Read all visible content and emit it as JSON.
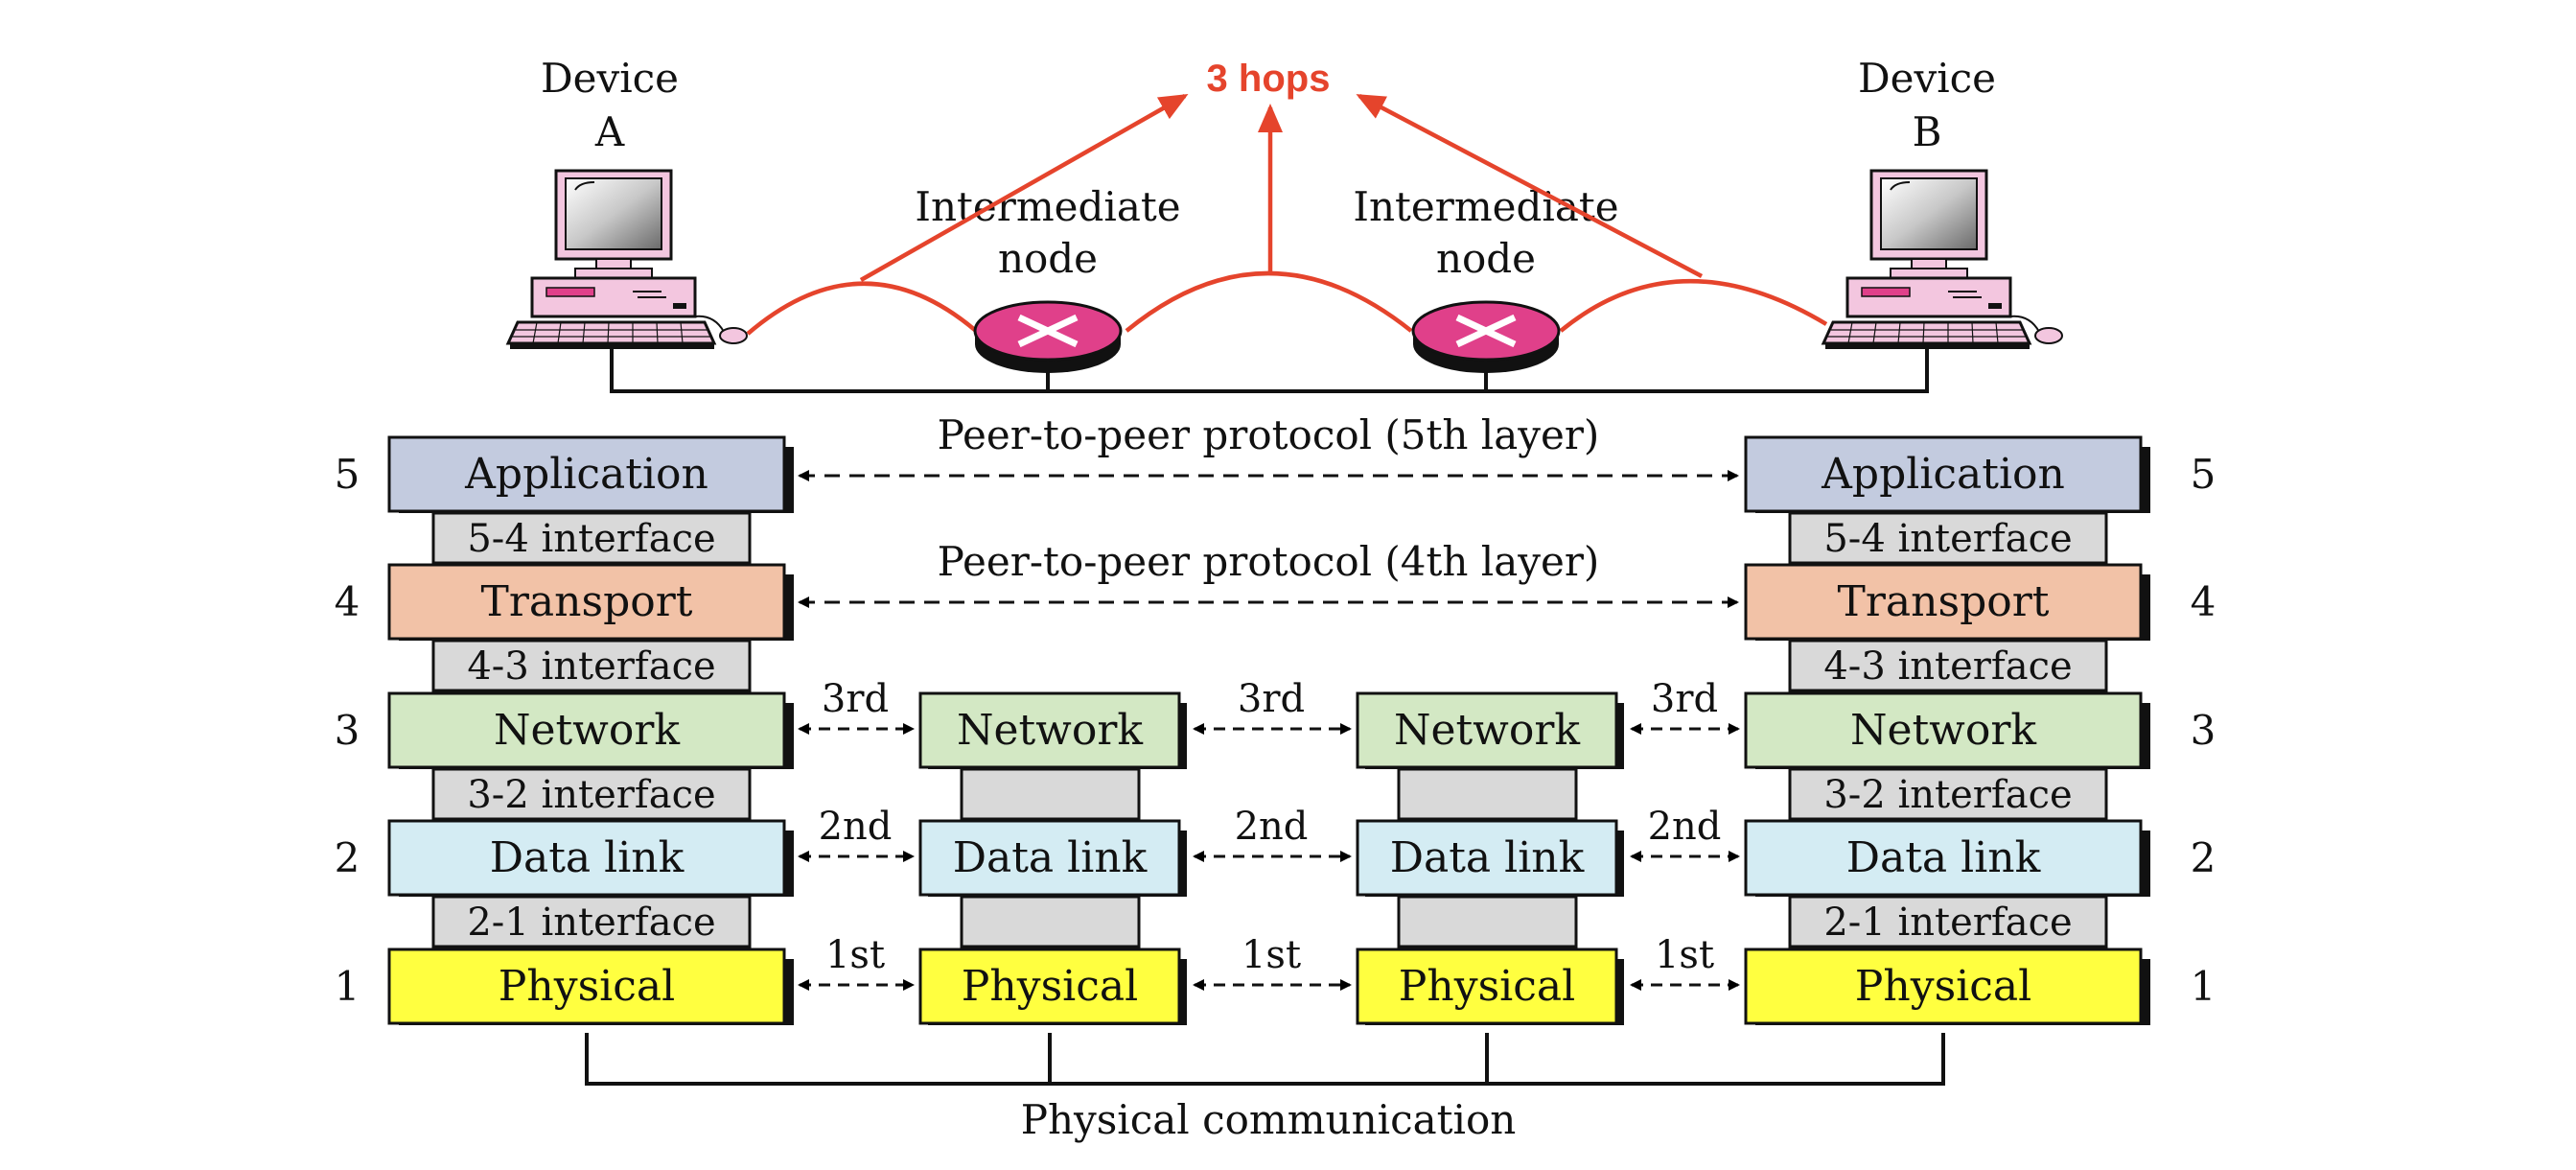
{
  "hops_label": "3 hops",
  "devices": [
    {
      "label_line1": "Device",
      "label_line2": "A"
    },
    {
      "label_line1": "Device",
      "label_line2": "B"
    }
  ],
  "intermediate_nodes": [
    {
      "label_line1": "Intermediate",
      "label_line2": "node"
    },
    {
      "label_line1": "Intermediate",
      "label_line2": "node"
    }
  ],
  "peer_protocols": {
    "layer5": "Peer-to-peer protocol (5th layer)",
    "layer4": "Peer-to-peer protocol (4th layer)"
  },
  "layer_numbers": [
    "5",
    "4",
    "3",
    "2",
    "1"
  ],
  "layers": {
    "application": "Application",
    "transport": "Transport",
    "network": "Network",
    "datalink": "Data link",
    "physical": "Physical"
  },
  "interfaces": {
    "i54": "5-4 interface",
    "i43": "4-3 interface",
    "i32": "3-2 interface",
    "i21": "2-1 interface"
  },
  "hop_links": {
    "network": "3rd",
    "datalink": "2nd",
    "physical": "1st"
  },
  "physical_communication": "Physical communication",
  "colors": {
    "application": "#c3cbdf",
    "transport": "#f2c2a7",
    "network": "#d3e8c4",
    "datalink": "#d4ecf3",
    "physical": "#ffff40",
    "interface": "#d9d9d9",
    "hops_red": "#e5442c",
    "router_pink": "#e0408a"
  }
}
